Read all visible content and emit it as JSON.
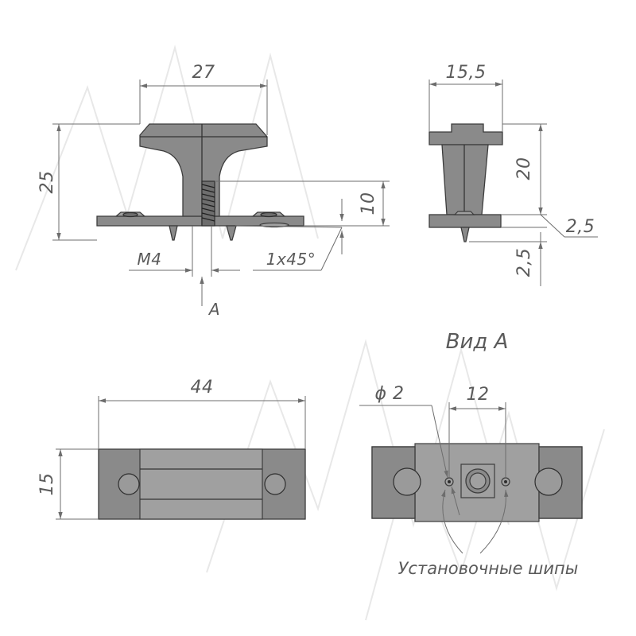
{
  "front_view": {
    "dim_width": "27",
    "dim_height": "25",
    "dim_inner": "10",
    "thread": "M4",
    "chamfer": "1x45°",
    "section_arrow": "A"
  },
  "side_view": {
    "dim_width": "15,5",
    "dim_height": "20",
    "dim_plate": "2,5",
    "dim_spike": "2,5"
  },
  "top_view": {
    "dim_length": "44",
    "dim_width": "15"
  },
  "view_a": {
    "title": "Вид А",
    "dim_diameter": "ϕ 2",
    "dim_spacing": "12",
    "callout": "Установочные шипы"
  },
  "colors": {
    "part_fill": "#8a8a8a",
    "outline": "#3c3c3c",
    "dimension": "#6d6d6d"
  }
}
